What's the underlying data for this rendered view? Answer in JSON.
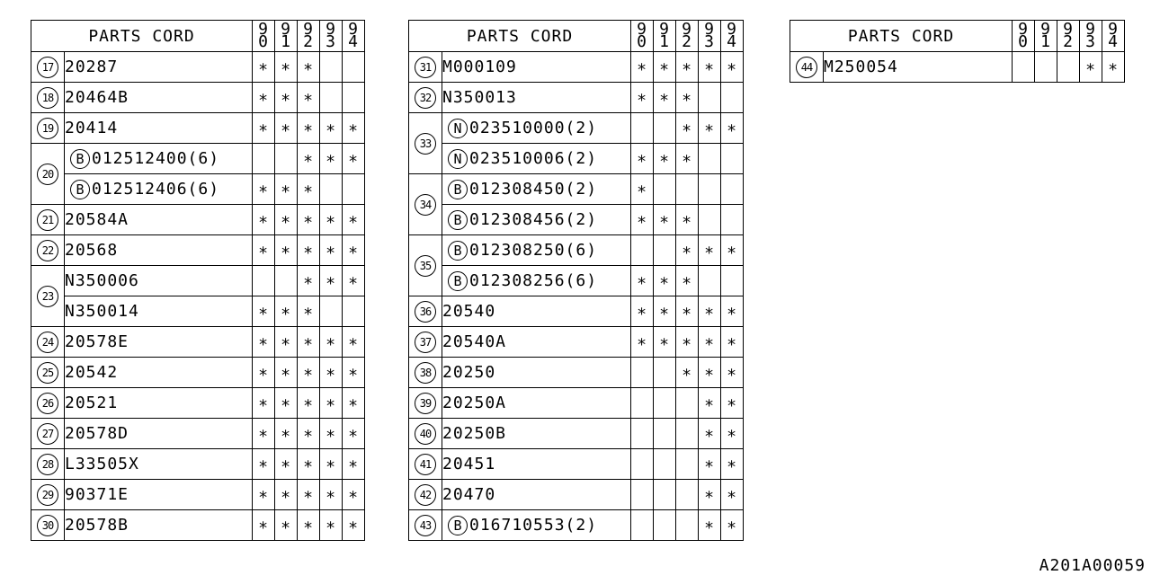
{
  "header": {
    "title": "PARTS CORD",
    "years": [
      [
        "9",
        "0"
      ],
      [
        "9",
        "1"
      ],
      [
        "9",
        "2"
      ],
      [
        "9",
        "3"
      ],
      [
        "9",
        "4"
      ]
    ]
  },
  "tables": [
    {
      "rows": [
        {
          "num": "17",
          "prefix": "",
          "code": "20287",
          "marks": [
            "*",
            "*",
            "*",
            "",
            ""
          ]
        },
        {
          "num": "18",
          "prefix": "",
          "code": "20464B",
          "marks": [
            "*",
            "*",
            "*",
            "",
            ""
          ]
        },
        {
          "num": "19",
          "prefix": "",
          "code": "20414",
          "marks": [
            "*",
            "*",
            "*",
            "*",
            "*"
          ]
        },
        {
          "num": "20",
          "span": 2,
          "prefix": "B",
          "code": "012512400(6)",
          "marks": [
            "",
            "",
            "*",
            "*",
            "*"
          ]
        },
        {
          "num": "",
          "prefix": "B",
          "code": "012512406(6)",
          "marks": [
            "*",
            "*",
            "*",
            "",
            ""
          ]
        },
        {
          "num": "21",
          "prefix": "",
          "code": "20584A",
          "marks": [
            "*",
            "*",
            "*",
            "*",
            "*"
          ]
        },
        {
          "num": "22",
          "prefix": "",
          "code": "20568",
          "marks": [
            "*",
            "*",
            "*",
            "*",
            "*"
          ]
        },
        {
          "num": "23",
          "span": 2,
          "prefix": "",
          "code": "N350006",
          "marks": [
            "",
            "",
            "*",
            "*",
            "*"
          ]
        },
        {
          "num": "",
          "prefix": "",
          "code": "N350014",
          "marks": [
            "*",
            "*",
            "*",
            "",
            ""
          ]
        },
        {
          "num": "24",
          "prefix": "",
          "code": "20578E",
          "marks": [
            "*",
            "*",
            "*",
            "*",
            "*"
          ]
        },
        {
          "num": "25",
          "prefix": "",
          "code": "20542",
          "marks": [
            "*",
            "*",
            "*",
            "*",
            "*"
          ]
        },
        {
          "num": "26",
          "prefix": "",
          "code": "20521",
          "marks": [
            "*",
            "*",
            "*",
            "*",
            "*"
          ]
        },
        {
          "num": "27",
          "prefix": "",
          "code": "20578D",
          "marks": [
            "*",
            "*",
            "*",
            "*",
            "*"
          ]
        },
        {
          "num": "28",
          "prefix": "",
          "code": "L33505X",
          "marks": [
            "*",
            "*",
            "*",
            "*",
            "*"
          ]
        },
        {
          "num": "29",
          "prefix": "",
          "code": "90371E",
          "marks": [
            "*",
            "*",
            "*",
            "*",
            "*"
          ]
        },
        {
          "num": "30",
          "prefix": "",
          "code": "20578B",
          "marks": [
            "*",
            "*",
            "*",
            "*",
            "*"
          ]
        }
      ]
    },
    {
      "rows": [
        {
          "num": "31",
          "prefix": "",
          "code": "M000109",
          "marks": [
            "*",
            "*",
            "*",
            "*",
            "*"
          ]
        },
        {
          "num": "32",
          "prefix": "",
          "code": "N350013",
          "marks": [
            "*",
            "*",
            "*",
            "",
            ""
          ]
        },
        {
          "num": "33",
          "span": 2,
          "prefix": "N",
          "code": "023510000(2)",
          "marks": [
            "",
            "",
            "*",
            "*",
            "*"
          ]
        },
        {
          "num": "",
          "prefix": "N",
          "code": "023510006(2)",
          "marks": [
            "*",
            "*",
            "*",
            "",
            ""
          ]
        },
        {
          "num": "34",
          "span": 2,
          "prefix": "B",
          "code": "012308450(2)",
          "marks": [
            "*",
            "",
            "",
            "",
            ""
          ]
        },
        {
          "num": "",
          "prefix": "B",
          "code": "012308456(2)",
          "marks": [
            "*",
            "*",
            "*",
            "",
            ""
          ]
        },
        {
          "num": "35",
          "span": 2,
          "prefix": "B",
          "code": "012308250(6)",
          "marks": [
            "",
            "",
            "*",
            "*",
            "*"
          ]
        },
        {
          "num": "",
          "prefix": "B",
          "code": "012308256(6)",
          "marks": [
            "*",
            "*",
            "*",
            "",
            ""
          ]
        },
        {
          "num": "36",
          "prefix": "",
          "code": "20540",
          "marks": [
            "*",
            "*",
            "*",
            "*",
            "*"
          ]
        },
        {
          "num": "37",
          "prefix": "",
          "code": "20540A",
          "marks": [
            "*",
            "*",
            "*",
            "*",
            "*"
          ]
        },
        {
          "num": "38",
          "prefix": "",
          "code": "20250",
          "marks": [
            "",
            "",
            "*",
            "*",
            "*"
          ]
        },
        {
          "num": "39",
          "prefix": "",
          "code": "20250A",
          "marks": [
            "",
            "",
            "",
            "*",
            "*"
          ]
        },
        {
          "num": "40",
          "prefix": "",
          "code": "20250B",
          "marks": [
            "",
            "",
            "",
            "*",
            "*"
          ]
        },
        {
          "num": "41",
          "prefix": "",
          "code": "20451",
          "marks": [
            "",
            "",
            "",
            "*",
            "*"
          ]
        },
        {
          "num": "42",
          "prefix": "",
          "code": "20470",
          "marks": [
            "",
            "",
            "",
            "*",
            "*"
          ]
        },
        {
          "num": "43",
          "prefix": "B",
          "code": "016710553(2)",
          "marks": [
            "",
            "",
            "",
            "*",
            "*"
          ]
        }
      ]
    },
    {
      "rows": [
        {
          "num": "44",
          "prefix": "",
          "code": "M250054",
          "marks": [
            "",
            "",
            "",
            "*",
            "*"
          ]
        }
      ]
    }
  ],
  "doc_id": "A201A00059"
}
